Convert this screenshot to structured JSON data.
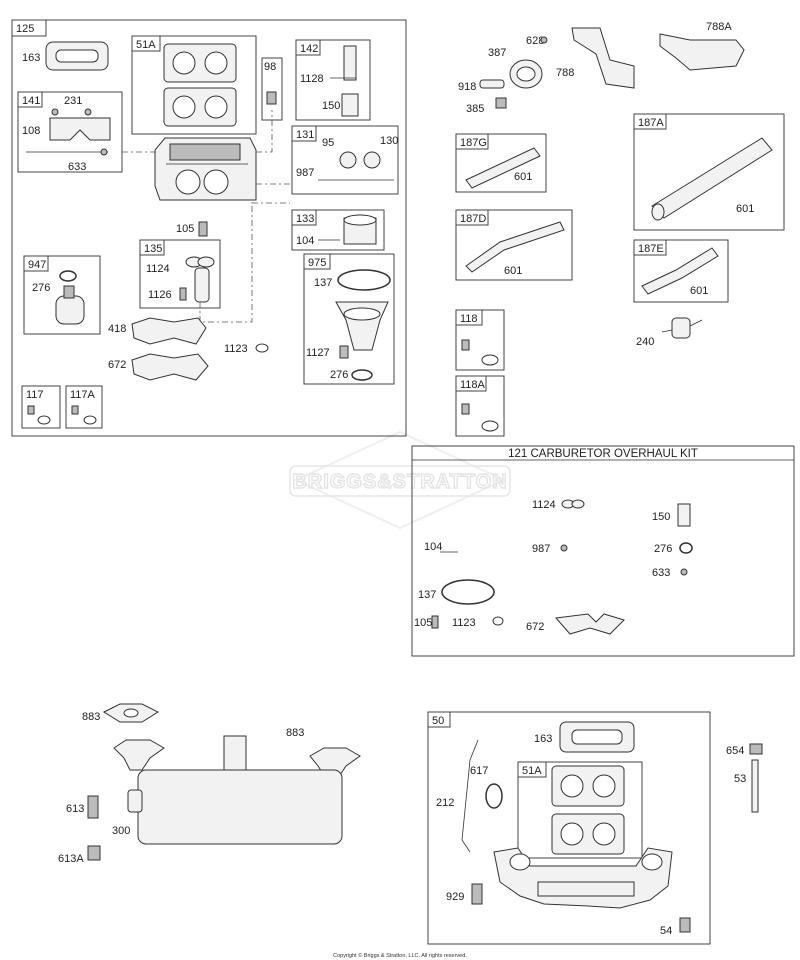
{
  "watermark": "BRIGGS&STRATTON",
  "copyright": "Copyright © Briggs & Stratton, LLC. All rights reserved.",
  "groups": {
    "g125": {
      "label": "125"
    },
    "g51A": {
      "label": "51A"
    },
    "g142": {
      "label": "142"
    },
    "g98": {
      "label": "98"
    },
    "g141": {
      "label": "141"
    },
    "g131": {
      "label": "131"
    },
    "g133": {
      "label": "133"
    },
    "g135": {
      "label": "135"
    },
    "g947": {
      "label": "947"
    },
    "g975": {
      "label": "975"
    },
    "g117": {
      "label": "117"
    },
    "g117A": {
      "label": "117A"
    },
    "g187G": {
      "label": "187G"
    },
    "g187A": {
      "label": "187A"
    },
    "g187D": {
      "label": "187D"
    },
    "g187E": {
      "label": "187E"
    },
    "g118": {
      "label": "118"
    },
    "g118A": {
      "label": "118A"
    },
    "g50": {
      "label": "50"
    },
    "g50_51A": {
      "label": "51A"
    }
  },
  "kit": {
    "title": "121 CARBURETOR OVERHAUL KIT",
    "parts": {
      "p1124": "1124",
      "p150": "150",
      "p104": "104",
      "p987": "987",
      "p276": "276",
      "p633": "633",
      "p137": "137",
      "p105": "105",
      "p1123": "1123",
      "p672": "672"
    }
  },
  "parts": {
    "p163": "163",
    "p1128": "1128",
    "p150": "150",
    "p231": "231",
    "p108": "108",
    "p633": "633",
    "p95": "95",
    "p130": "130",
    "p987": "987",
    "p105": "105",
    "p104": "104",
    "p1124": "1124",
    "p1126": "1126",
    "p276a": "276",
    "p137": "137",
    "p418": "418",
    "p672": "672",
    "p1123": "1123",
    "p1127": "1127",
    "p276b": "276",
    "p628": "628",
    "p788A": "788A",
    "p387": "387",
    "p788": "788",
    "p918": "918",
    "p385": "385",
    "p601a": "601",
    "p601b": "601",
    "p601c": "601",
    "p601d": "601",
    "p240": "240",
    "p883a": "883",
    "p883b": "883",
    "p613": "613",
    "p300": "300",
    "p613A": "613A",
    "p163b": "163",
    "p617": "617",
    "p212": "212",
    "p929": "929",
    "p54": "54",
    "p654": "654",
    "p53": "53"
  }
}
